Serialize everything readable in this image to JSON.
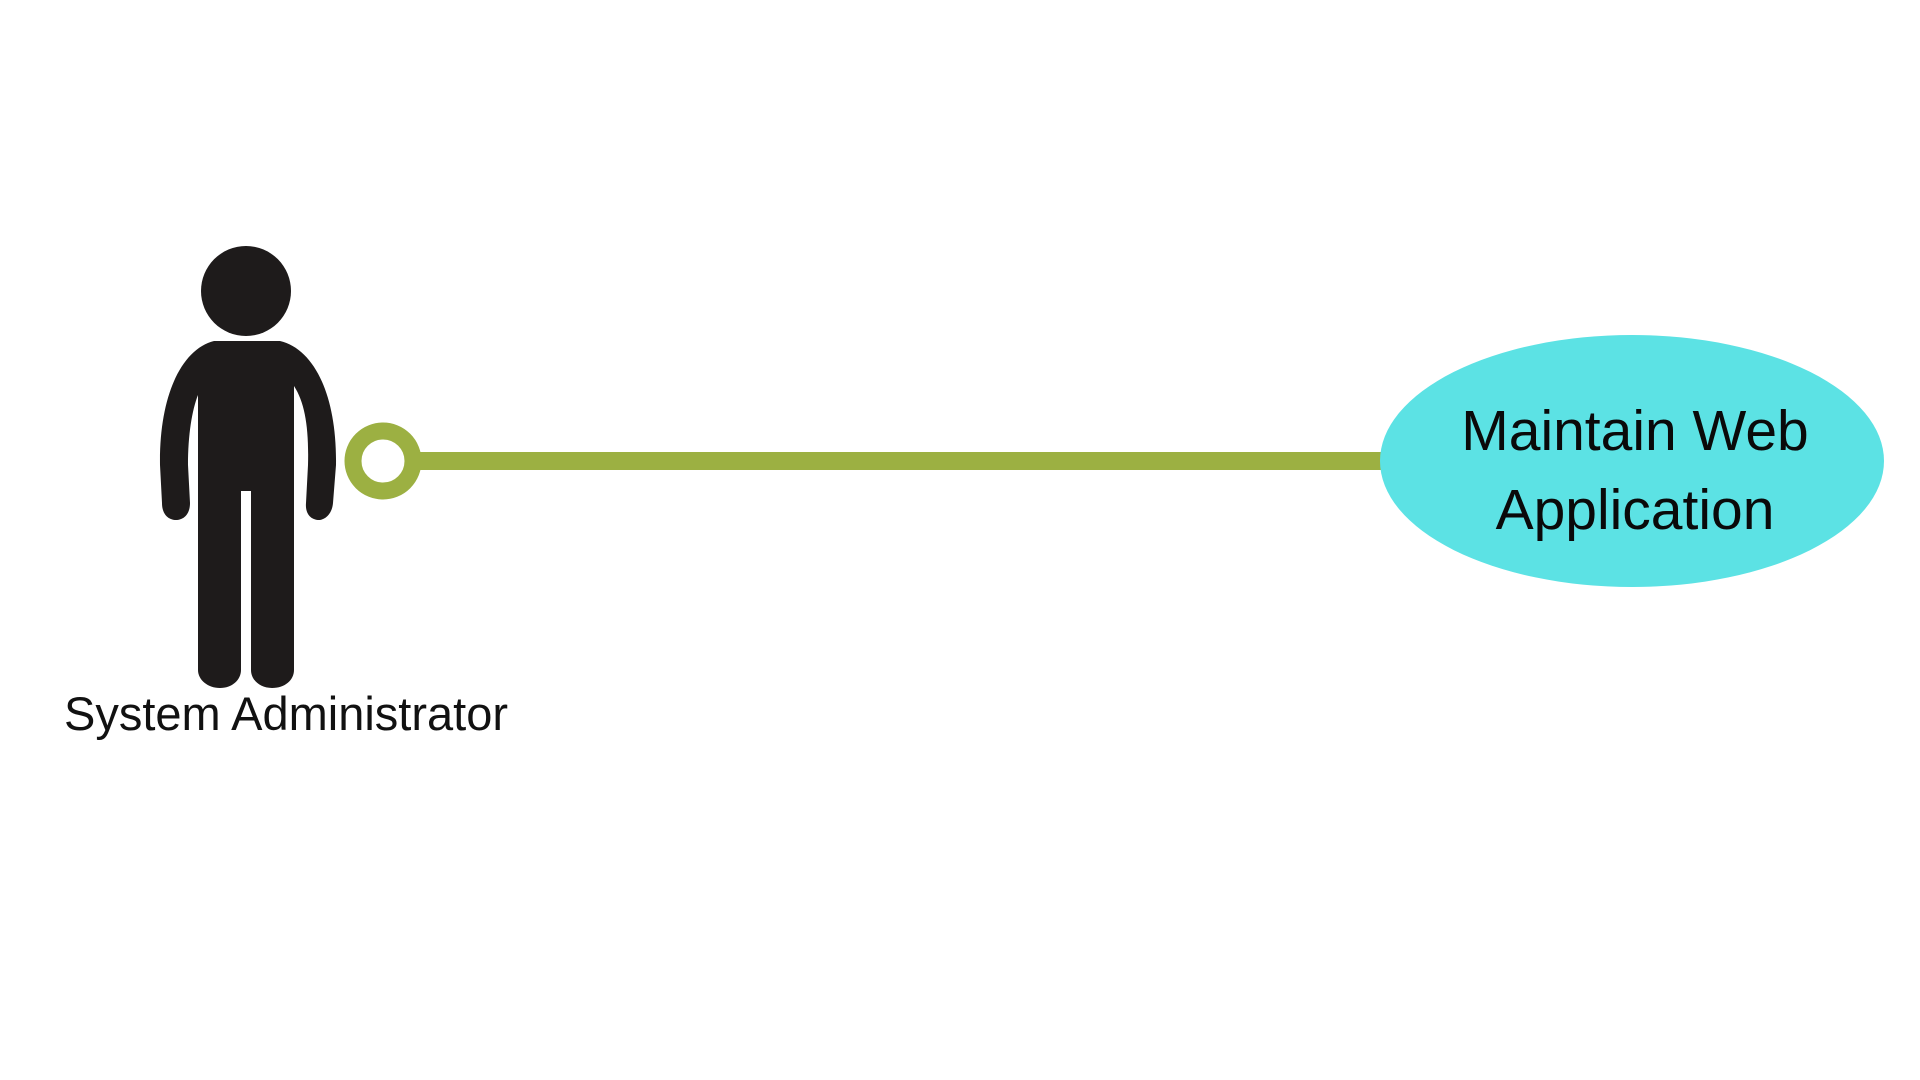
{
  "actor": {
    "label": "System Administrator",
    "icon": "person-icon",
    "color": "#1e1b1b"
  },
  "connector": {
    "color": "#9cb042",
    "end_marker": "open-circle"
  },
  "use_case": {
    "line1": "Maintain Web",
    "line2": "Application",
    "fill_color": "#5ce2e4"
  }
}
